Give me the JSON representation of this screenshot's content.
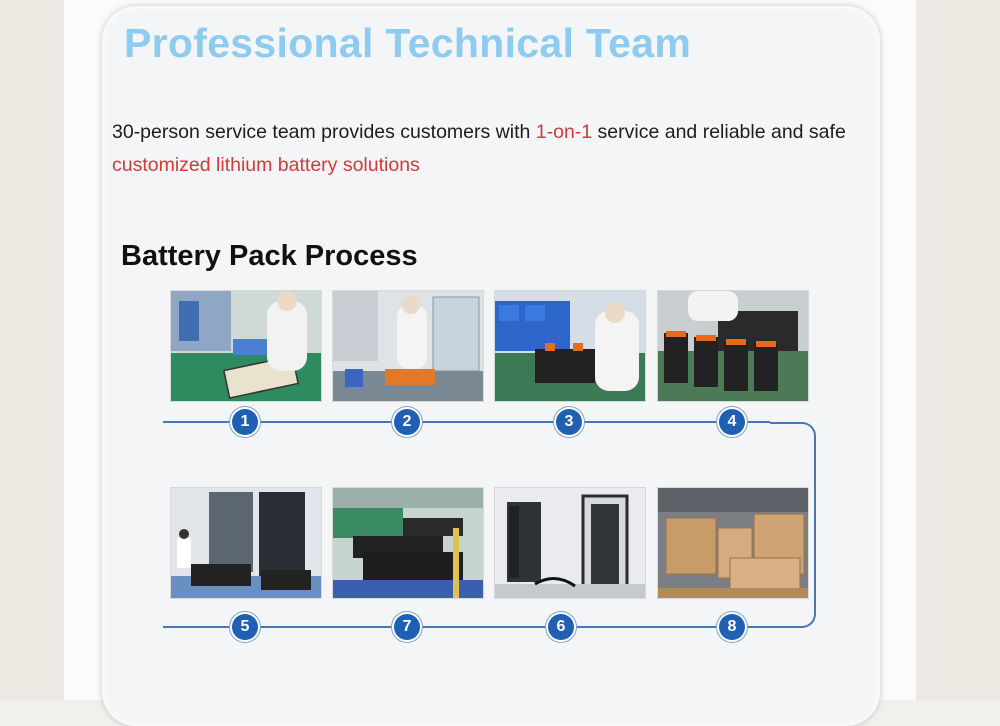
{
  "header": {
    "title": "Professional Technical Team"
  },
  "intro": {
    "text_1": "30-person service team provides customers with ",
    "text_2": "1-on-1",
    "text_3": " service and reliable and safe",
    "text_4": "customized lithium battery solutions"
  },
  "process": {
    "title": "Battery Pack Process",
    "steps": [
      {
        "number": "1"
      },
      {
        "number": "2"
      },
      {
        "number": "3"
      },
      {
        "number": "4"
      },
      {
        "number": "5"
      },
      {
        "number": "7"
      },
      {
        "number": "6"
      },
      {
        "number": "8"
      }
    ]
  },
  "colors": {
    "title": "#8ecbf0",
    "highlight": "#d33a3a",
    "accent": "#1f5fb4"
  }
}
